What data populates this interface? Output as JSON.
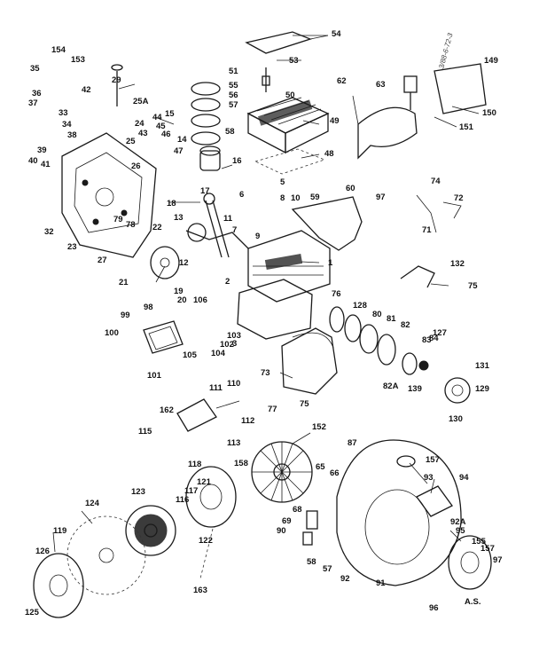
{
  "diagram": {
    "ref_code": "3/88-6-72-3",
    "initials": "A.S.",
    "labels": [
      "154",
      "153",
      "35",
      "36",
      "37",
      "33",
      "34",
      "38",
      "39",
      "40",
      "41",
      "42",
      "29",
      "25A",
      "24",
      "15",
      "44",
      "45",
      "46",
      "43",
      "25",
      "26",
      "14",
      "47",
      "16",
      "23",
      "32",
      "27",
      "79",
      "78",
      "22",
      "13",
      "17",
      "18",
      "11",
      "7",
      "12",
      "21",
      "19",
      "20",
      "106",
      "103",
      "102",
      "104",
      "105",
      "2",
      "3",
      "8",
      "9",
      "10",
      "6",
      "5",
      "59",
      "60",
      "97",
      "74",
      "72",
      "71",
      "51",
      "55",
      "56",
      "57",
      "58",
      "53",
      "50",
      "49",
      "48",
      "54",
      "62",
      "63",
      "149",
      "150",
      "151",
      "1",
      "76",
      "128",
      "80",
      "81",
      "82",
      "82A",
      "84",
      "127",
      "83",
      "131",
      "129",
      "130",
      "139",
      "132",
      "75",
      "99",
      "98",
      "100",
      "101",
      "73",
      "77",
      "75",
      "111",
      "110",
      "162",
      "112",
      "115",
      "113",
      "158",
      "152",
      "87",
      "157",
      "65",
      "66",
      "93",
      "94",
      "118",
      "121",
      "117",
      "116",
      "122",
      "123",
      "124",
      "119",
      "126",
      "125",
      "163",
      "68",
      "69",
      "90",
      "92A",
      "95",
      "155",
      "157",
      "97",
      "96",
      "58",
      "57",
      "92",
      "91"
    ]
  }
}
